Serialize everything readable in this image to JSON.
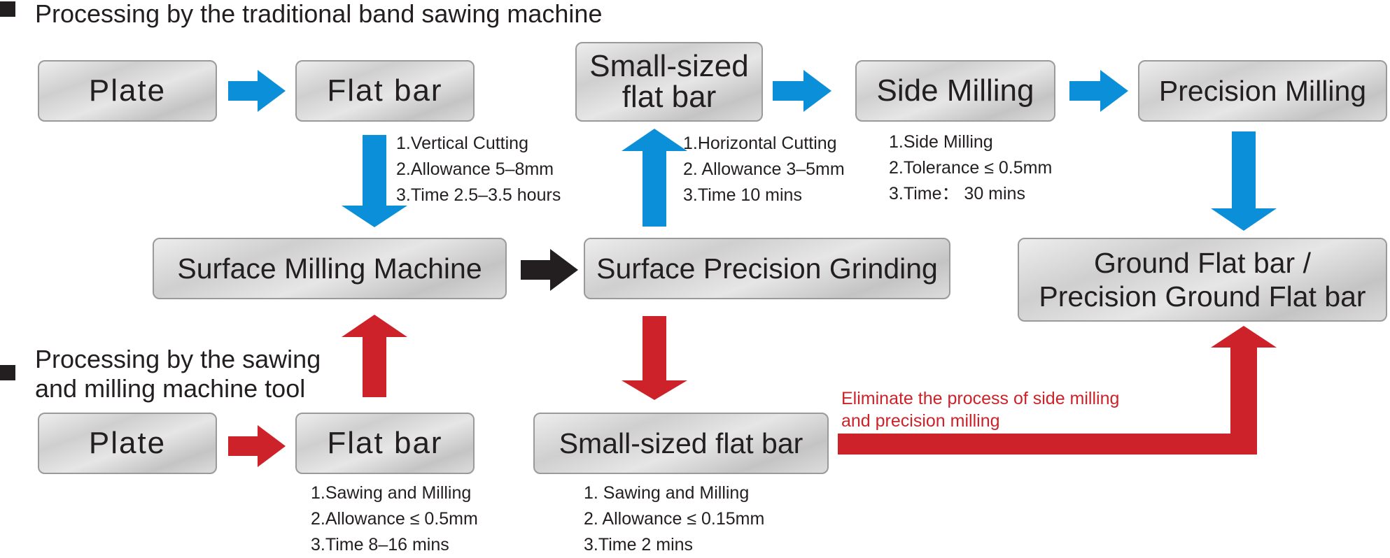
{
  "headings": {
    "traditional": "Processing by the traditional band sawing machine",
    "sawing_milling_line1": "Processing by the sawing",
    "sawing_milling_line2": "and milling machine tool"
  },
  "boxes": {
    "plate_top": "Plate",
    "flat_bar_top": "Flat bar",
    "small_sized_top_line1": "Small-sized",
    "small_sized_top_line2": "flat bar",
    "side_milling": "Side Milling",
    "precision_milling": "Precision Milling",
    "surface_milling_machine": "Surface Milling Machine",
    "surface_precision_grinding": "Surface Precision Grinding",
    "ground_flat_bar_line1": "Ground Flat bar /",
    "ground_flat_bar_line2": "Precision Ground Flat bar",
    "plate_bottom": "Plate",
    "flat_bar_bottom": "Flat bar",
    "small_sized_bottom": "Small-sized flat bar"
  },
  "notes": {
    "vertical_cutting": [
      "1.Vertical Cutting",
      "2.Allowance 5–8mm",
      "3.Time 2.5–3.5 hours"
    ],
    "horizontal_cutting": [
      "1.Horizontal Cutting",
      "2. Allowance 3–5mm",
      "3.Time 10 mins"
    ],
    "side_milling": [
      "1.Side Milling",
      "2.Tolerance ≤ 0.5mm",
      "3.Time： 30 mins"
    ],
    "sawing_milling_flat": [
      "1.Sawing and Milling",
      "2.Allowance ≤ 0.5mm",
      "3.Time 8–16 mins"
    ],
    "sawing_milling_small": [
      "1. Sawing and Milling",
      "2. Allowance ≤ 0.15mm",
      "3.Time 2 mins"
    ]
  },
  "eliminate_note": [
    "Eliminate the process of side milling",
    "and precision milling"
  ],
  "colors": {
    "blue_arrow": "#0a8fd8",
    "red_arrow": "#cd2229",
    "black_arrow": "#231f20",
    "red_text": "#cd2229"
  }
}
